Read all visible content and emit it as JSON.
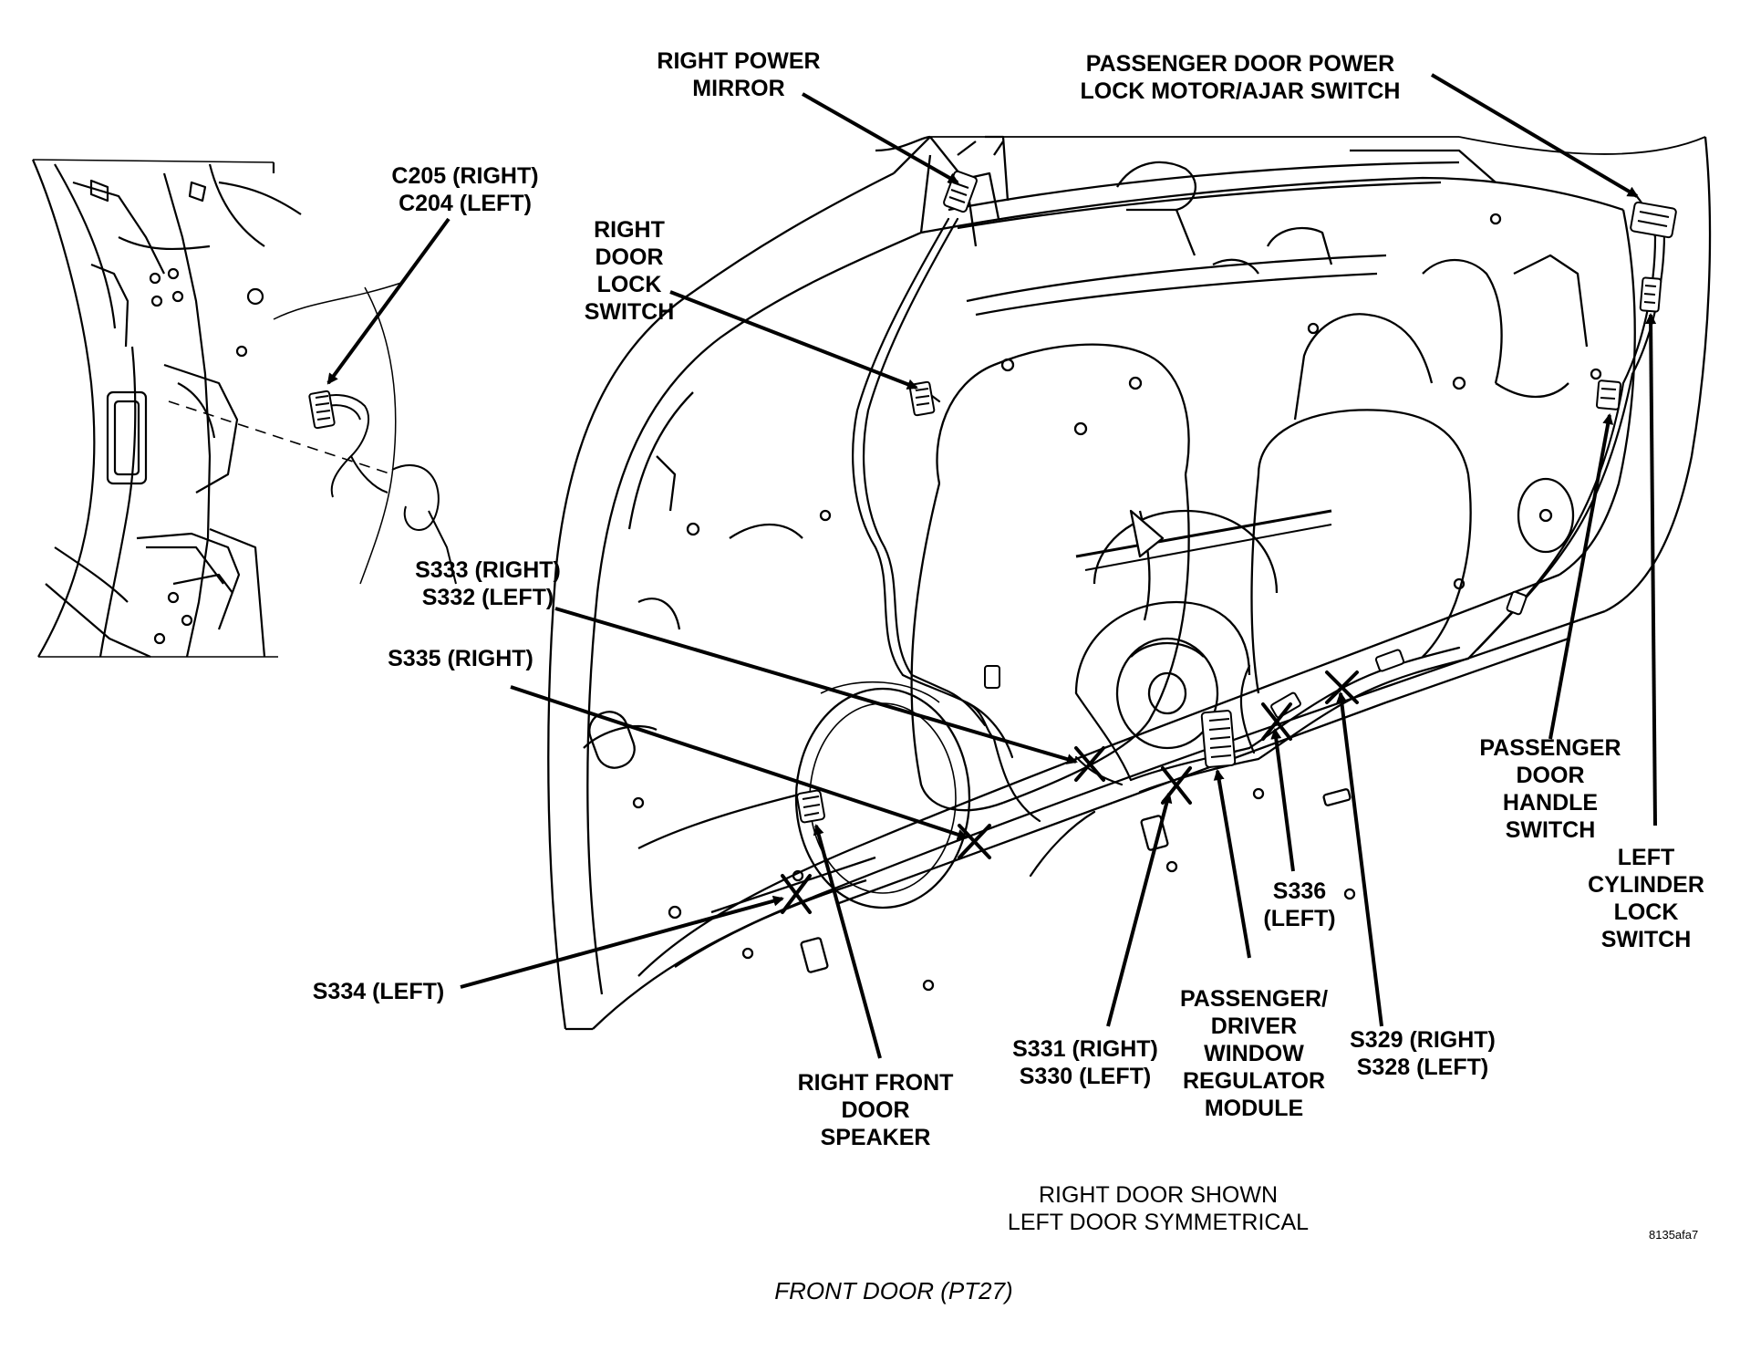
{
  "diagram": {
    "labels": {
      "right_power_mirror": [
        "RIGHT POWER",
        "MIRROR"
      ],
      "passenger_door_lock_motor": [
        "PASSENGER DOOR POWER",
        "LOCK MOTOR/AJAR SWITCH"
      ],
      "c205_c204": [
        "C205 (RIGHT)",
        "C204 (LEFT)"
      ],
      "right_door_lock_switch": [
        "RIGHT",
        "DOOR",
        "LOCK",
        "SWITCH"
      ],
      "s333_s332": [
        "S333 (RIGHT)",
        "S332 (LEFT)"
      ],
      "s335": [
        "S335 (RIGHT)"
      ],
      "s334": [
        "S334 (LEFT)"
      ],
      "right_front_door_speaker": [
        "RIGHT FRONT",
        "DOOR",
        "SPEAKER"
      ],
      "s331_s330": [
        "S331 (RIGHT)",
        "S330 (LEFT)"
      ],
      "passenger_driver_window_regulator_module": [
        "PASSENGER/",
        "DRIVER",
        "WINDOW",
        "REGULATOR",
        "MODULE"
      ],
      "s336": [
        "S336",
        "(LEFT)"
      ],
      "s329_s328": [
        "S329 (RIGHT)",
        "S328 (LEFT)"
      ],
      "passenger_door_handle_switch": [
        "PASSENGER",
        "DOOR",
        "HANDLE",
        "SWITCH"
      ],
      "left_cylinder_lock_switch": [
        "LEFT",
        "CYLINDER",
        "LOCK",
        "SWITCH"
      ]
    },
    "note": [
      "RIGHT DOOR SHOWN",
      "LEFT DOOR SYMMETRICAL"
    ],
    "reference_code": "8135afa7",
    "caption": "FRONT DOOR (PT27)"
  }
}
